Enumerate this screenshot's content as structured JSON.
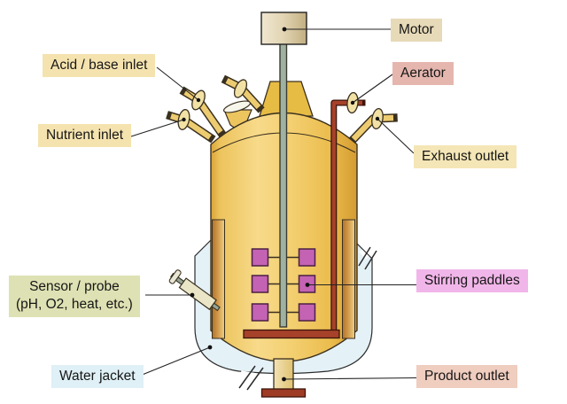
{
  "figure": {
    "type": "labeled-diagram",
    "subject_shown": "stirred tank vessel with motor, ports, jacket"
  },
  "labels": {
    "motor": {
      "text": "Motor"
    },
    "acid_base_inlet": {
      "text": "Acid / base inlet"
    },
    "aerator": {
      "text": "Aerator"
    },
    "nutrient_inlet": {
      "text": "Nutrient inlet"
    },
    "exhaust_outlet": {
      "text": "Exhaust outlet"
    },
    "sensor_probe": {
      "line1": "Sensor / probe",
      "line2": "(pH, O2, heat, etc.)"
    },
    "stirring_paddles": {
      "text": "Stirring paddles"
    },
    "water_jacket": {
      "text": "Water jacket"
    },
    "product_outlet": {
      "text": "Product outlet"
    }
  },
  "colors": {
    "label_acid_nutrient_bg": "#F5E3AF",
    "label_exhaust_bg": "#F4E6B6",
    "label_motor_bg": "#E7DAB8",
    "label_aerator_bg": "#E5B6AE",
    "label_sensor_bg": "#DEE1B3",
    "label_stirring_bg": "#F1B6E9",
    "label_water_bg": "#DFF0F6",
    "label_product_bg": "#EFCDBF",
    "vessel_gold": "#F3CF70",
    "paddle_magenta": "#C463B3",
    "aerator_pipe_red": "#A6412A",
    "water_jacket_blue": "#E4F1F7",
    "shaft_gray_green": "#9FB1A0",
    "label_text": "#161616"
  }
}
